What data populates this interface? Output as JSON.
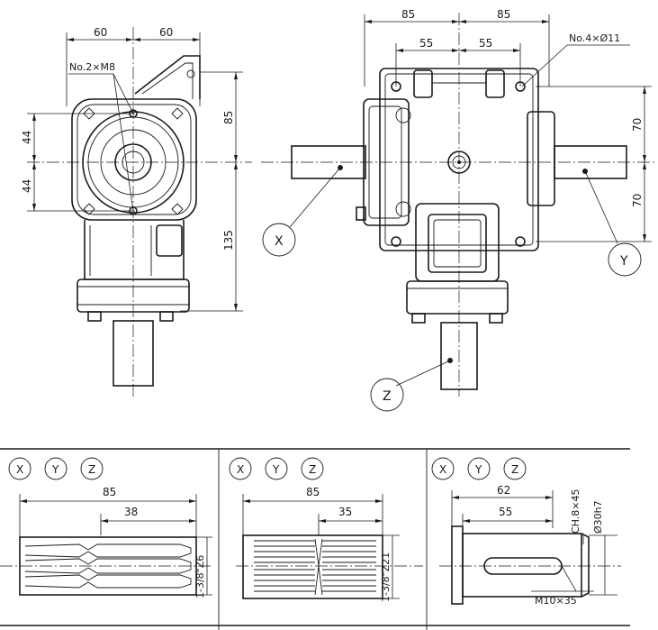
{
  "left_view": {
    "dim_top_left": "60",
    "dim_top_right": "60",
    "bolt_note": "No.2×M8",
    "dim_upper_left": "44",
    "dim_lower_left": "44",
    "dim_right_top": "85",
    "dim_right_bottom": "135"
  },
  "front_view": {
    "dim_outer_left": "85",
    "dim_outer_right": "85",
    "dim_inner_left": "55",
    "dim_inner_right": "55",
    "hole_note": "No.4×Ø11",
    "dim_right_top": "70",
    "dim_right_bottom": "70",
    "shaft_x": "X",
    "shaft_y": "Y",
    "shaft_z": "Z"
  },
  "shaft_options": [
    {
      "circles": [
        "X",
        "Y",
        "Z"
      ],
      "length": "85",
      "segment": "38",
      "diameter": "1-3/8\"Z6"
    },
    {
      "circles": [
        "X",
        "Y",
        "Z"
      ],
      "length": "85",
      "segment": "35",
      "diameter": "1-3/8\"Z21"
    },
    {
      "circles": [
        "X",
        "Y",
        "Z"
      ],
      "length": "62",
      "segment": "55",
      "chamfer": "CH.8×45",
      "diameter": "Ø30h7",
      "thread": "M10×35"
    }
  ]
}
